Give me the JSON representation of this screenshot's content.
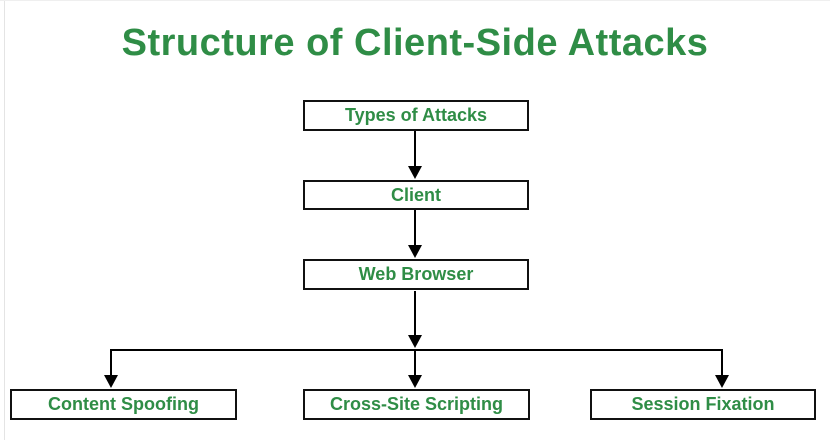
{
  "page": {
    "title": "Structure of Client-Side Attacks"
  },
  "colors": {
    "accent_green": "#2f8d46",
    "box_border": "#111111",
    "arrow_black": "#000000",
    "background": "#ffffff"
  },
  "diagram": {
    "type": "flowchart",
    "nodes": [
      {
        "id": "types-of-attacks",
        "label": "Types of Attacks"
      },
      {
        "id": "client",
        "label": "Client"
      },
      {
        "id": "web-browser",
        "label": "Web Browser"
      },
      {
        "id": "content-spoofing",
        "label": "Content Spoofing"
      },
      {
        "id": "cross-site-scripting",
        "label": "Cross-Site Scripting"
      },
      {
        "id": "session-fixation",
        "label": "Session Fixation"
      }
    ],
    "edges": [
      {
        "from": "types-of-attacks",
        "to": "client"
      },
      {
        "from": "client",
        "to": "web-browser"
      },
      {
        "from": "web-browser",
        "to": "content-spoofing"
      },
      {
        "from": "web-browser",
        "to": "cross-site-scripting"
      },
      {
        "from": "web-browser",
        "to": "session-fixation"
      }
    ]
  }
}
